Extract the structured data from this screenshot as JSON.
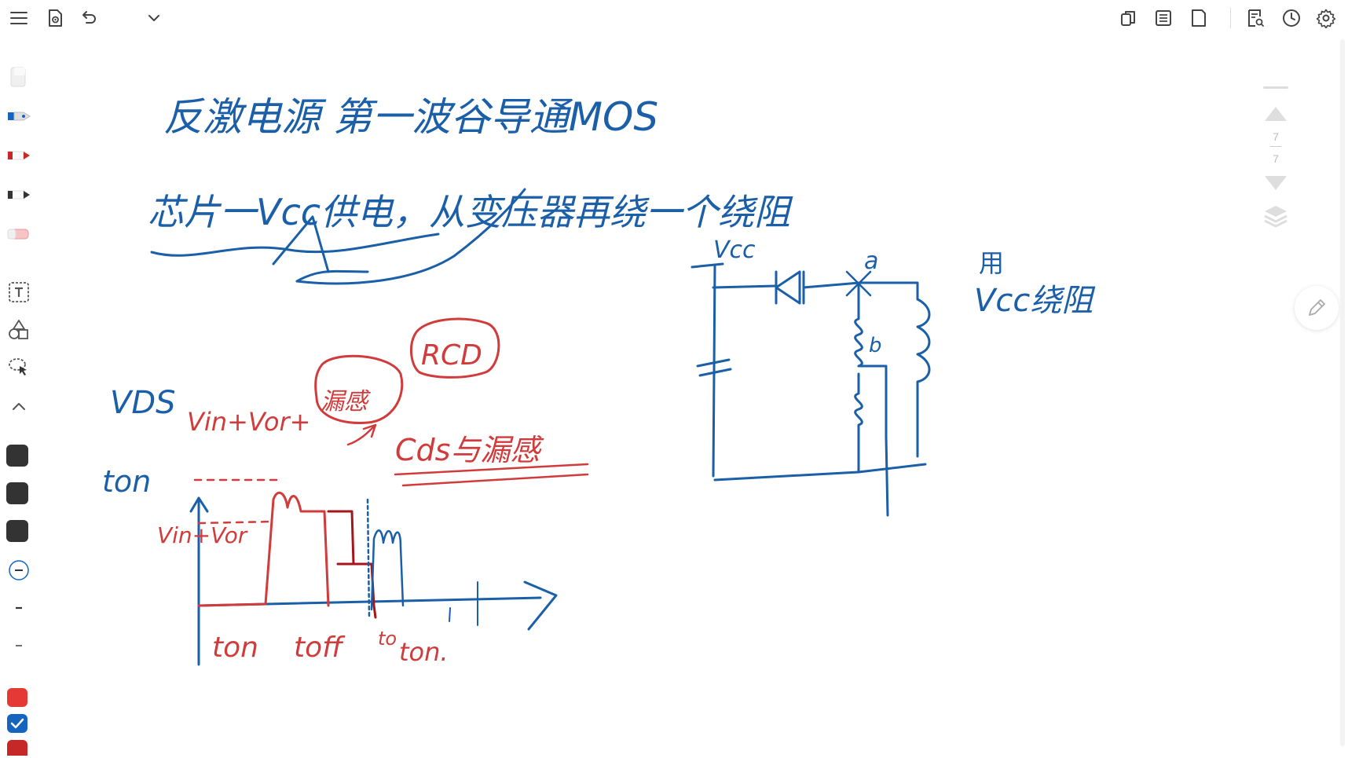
{
  "toolbar": {
    "left_icons": [
      "menu-icon",
      "document-icon",
      "undo-icon",
      "chevron-down-icon"
    ],
    "right_icons": [
      "copy-icon",
      "list-icon",
      "page-icon",
      "search-doc-icon",
      "clock-icon",
      "gear-icon"
    ]
  },
  "sidebar": {
    "tools": [
      "eraser-tool",
      "fountain-pen-tool",
      "red-pen-tool",
      "black-pen-tool",
      "highlighter-tool",
      "text-tool",
      "shapes-tool",
      "lasso-tool",
      "collapse-tool"
    ],
    "colors": [
      "#333333",
      "#333333",
      "#333333"
    ],
    "stroke_widths": [
      "circle-width",
      "thin-width",
      "thinner-width"
    ],
    "bottom_colors": [
      "#e53935",
      "#1565c0",
      "#c62828"
    ],
    "selected_color": "#1565c0"
  },
  "pager": {
    "current_page": "7",
    "total_pages": "7"
  },
  "ink": {
    "blue": "#1a5fa8",
    "red": "#d23b3b",
    "dark_red": "#a4161a"
  },
  "handwriting": {
    "line1": "反激电源 第一波谷导通MOS",
    "line2": "芯片一Vcc供电，从变压器再绕一个绕阻",
    "vcc_label": "Vcc",
    "node_a": "a",
    "node_b": "b",
    "right_note_1": "用",
    "right_note_2": "Vcc绕阻",
    "rcd": "RCD",
    "vds": "VDS",
    "vin_vor_plus": "Vin+Vor+",
    "leak": "漏感",
    "cds_leak": "Cds与漏感",
    "ton_left": "ton",
    "vin_vor": "Vin+Vor",
    "t_on": "ton",
    "t_off": "toff",
    "t_o": "to",
    "t_on2": "ton."
  }
}
